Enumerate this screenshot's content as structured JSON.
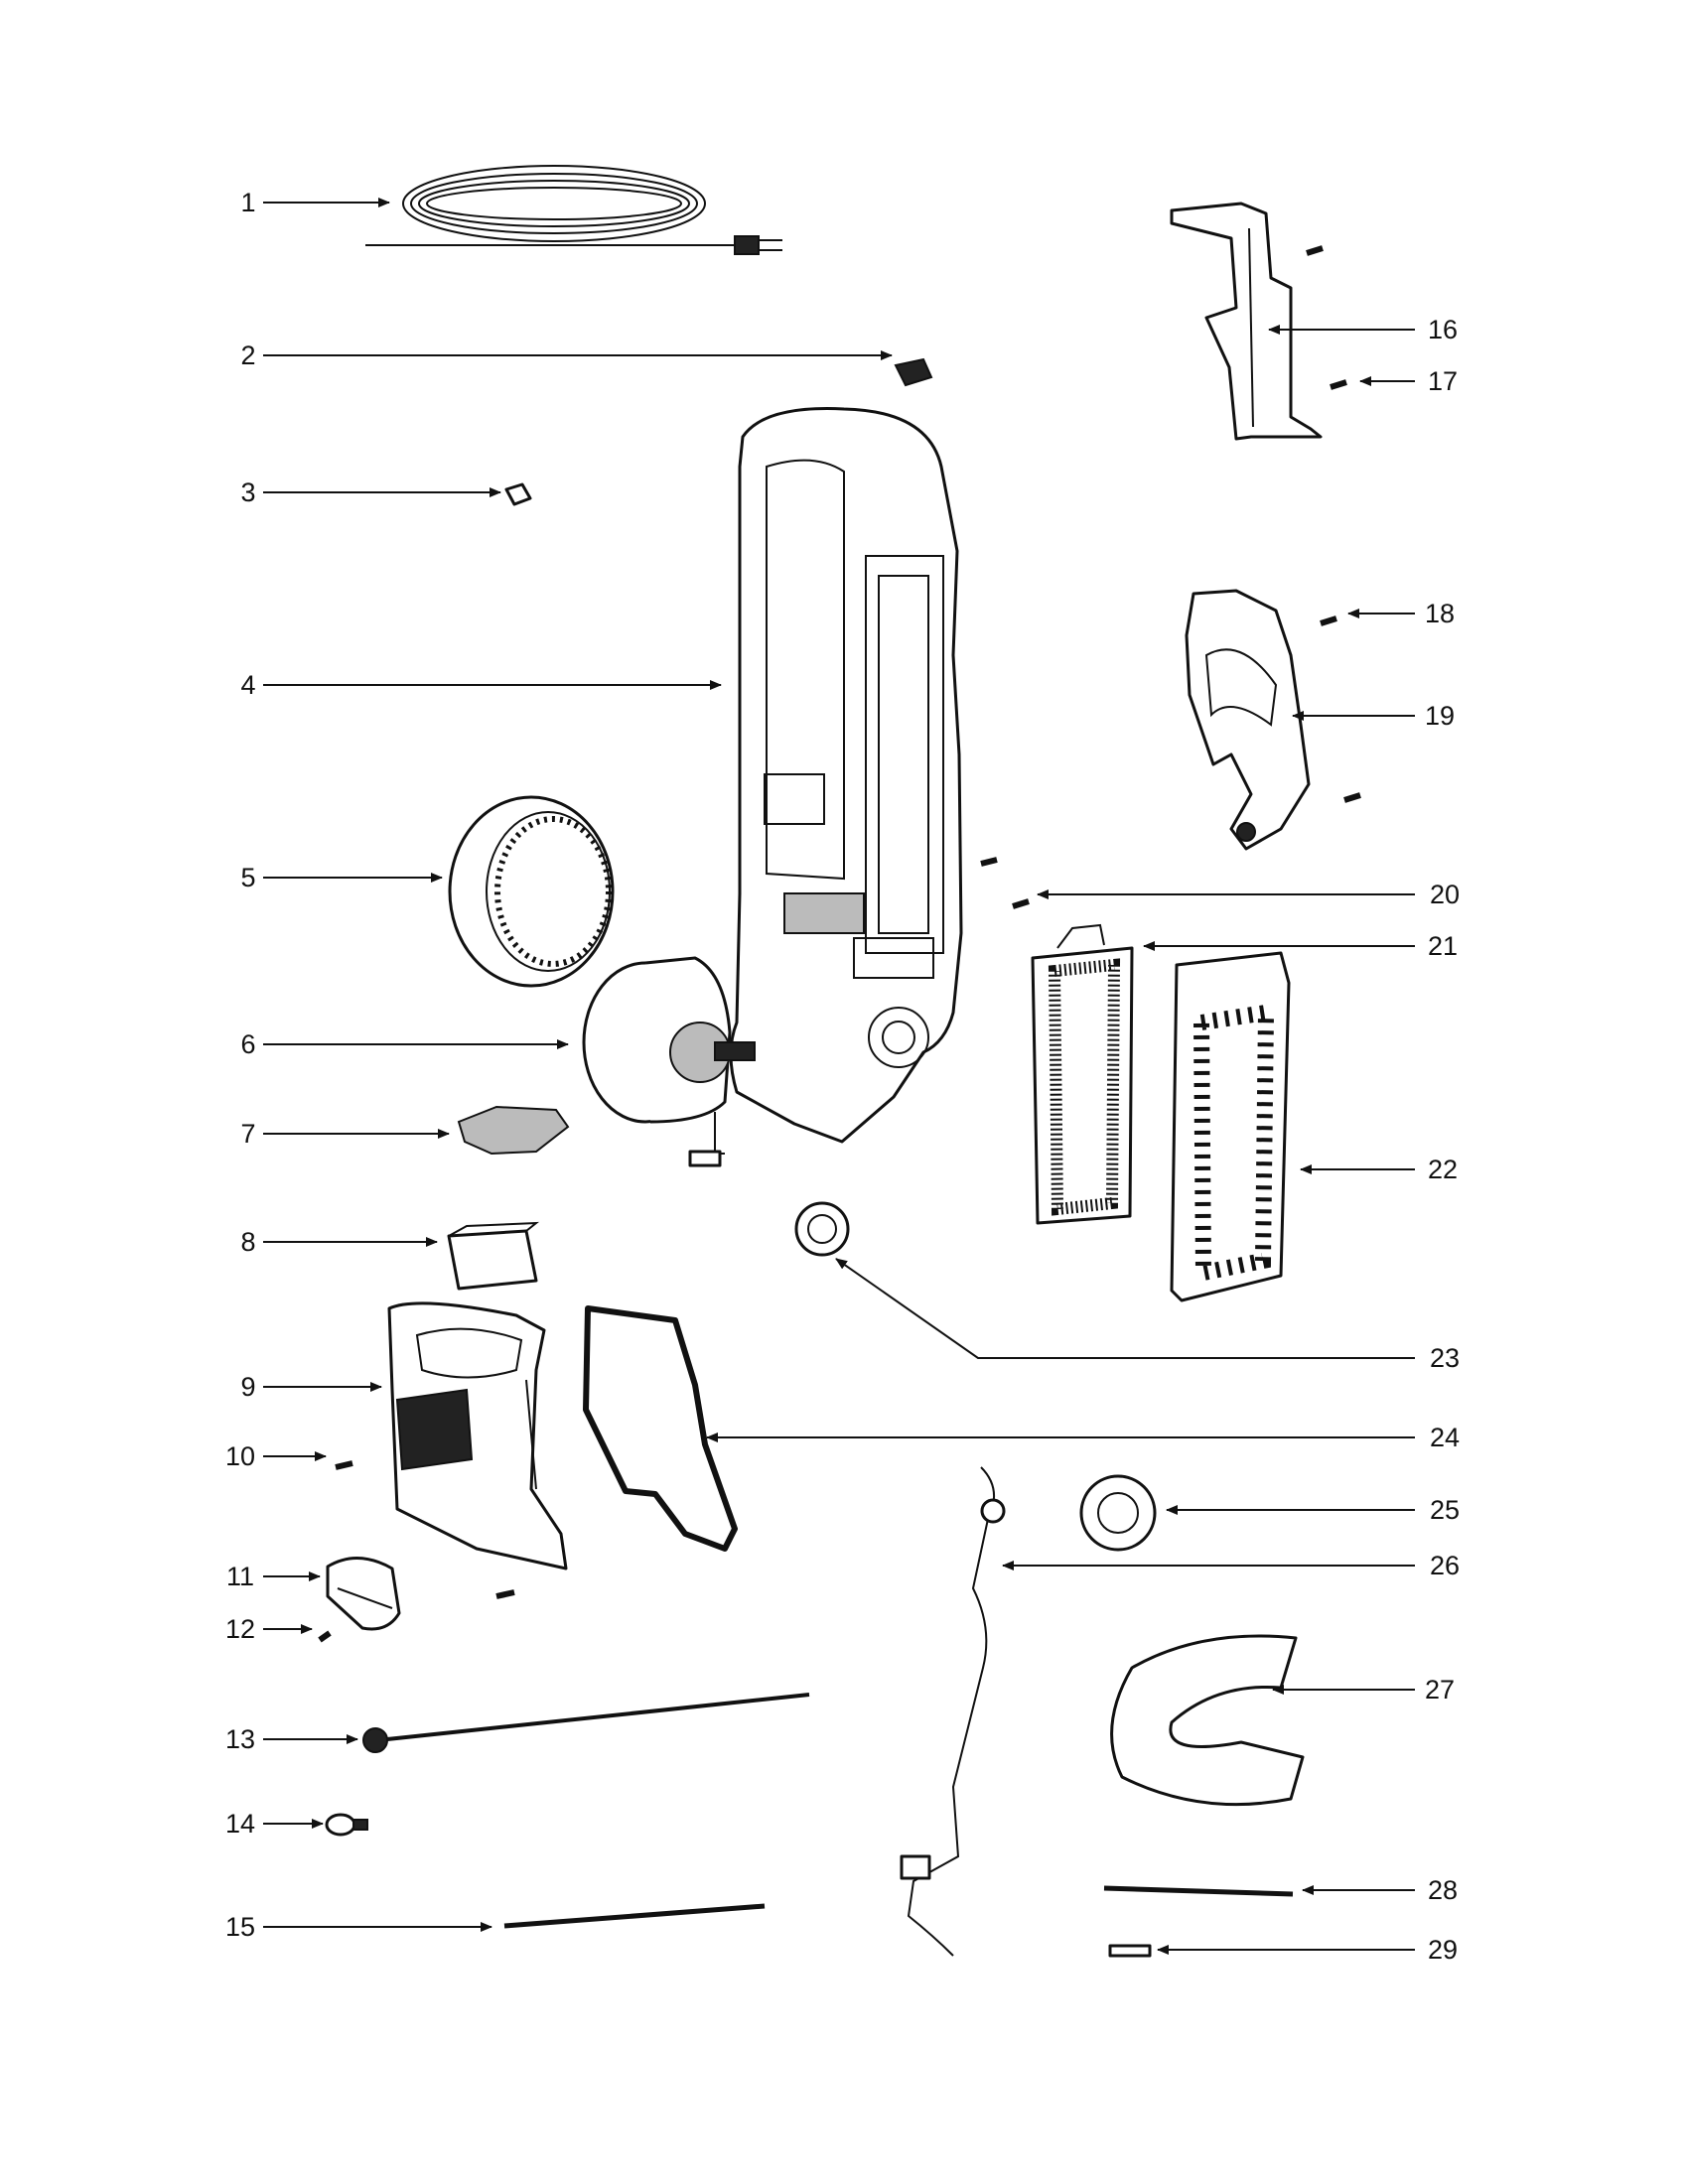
{
  "callouts": [
    {
      "number": "1"
    },
    {
      "number": "2"
    },
    {
      "number": "3"
    },
    {
      "number": "4"
    },
    {
      "number": "5"
    },
    {
      "number": "6"
    },
    {
      "number": "7"
    },
    {
      "number": "8"
    },
    {
      "number": "9"
    },
    {
      "number": "10"
    },
    {
      "number": "11"
    },
    {
      "number": "12"
    },
    {
      "number": "13"
    },
    {
      "number": "14"
    },
    {
      "number": "15"
    },
    {
      "number": "16"
    },
    {
      "number": "17"
    },
    {
      "number": "18"
    },
    {
      "number": "19"
    },
    {
      "number": "20"
    },
    {
      "number": "21"
    },
    {
      "number": "22"
    },
    {
      "number": "23"
    },
    {
      "number": "24"
    },
    {
      "number": "25"
    },
    {
      "number": "26"
    },
    {
      "number": "27"
    },
    {
      "number": "28"
    },
    {
      "number": "29"
    }
  ]
}
